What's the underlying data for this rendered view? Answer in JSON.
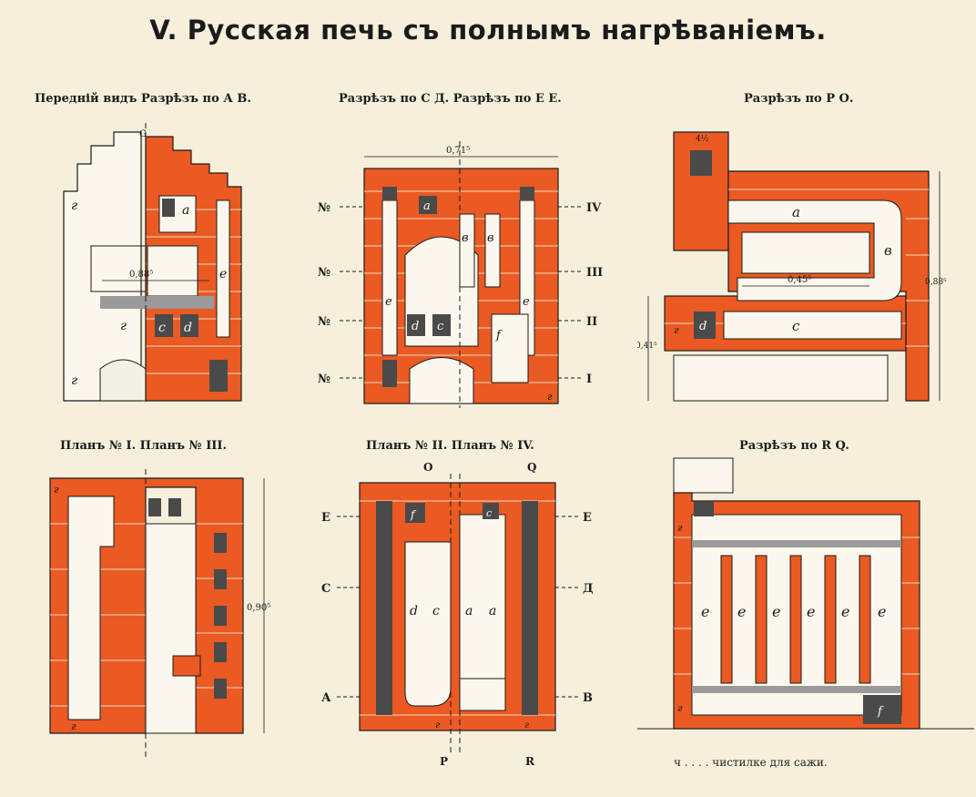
{
  "title": "V. Русская печь съ полнымъ нагрѣваніемъ.",
  "panels": {
    "front": {
      "caption": "Передній видъ Разрѣзъ по А В.",
      "dimension": "0,88⁵",
      "labels": [
        "г",
        "а",
        "с",
        "d",
        "е",
        "г",
        "г",
        "G"
      ]
    },
    "section_cd": {
      "caption": "Разрѣзъ по С Д. Разрѣзъ по Е Е.",
      "dimension": "0,71⁵",
      "level_marks": [
        "IV",
        "III",
        "II",
        "I"
      ],
      "left_marks": [
        "№",
        "№",
        "№",
        "№"
      ],
      "labels": [
        "а",
        "в",
        "в",
        "е",
        "е",
        "d",
        "с",
        "f",
        "г"
      ]
    },
    "section_po": {
      "caption": "Разрѣзъ по Р О.",
      "dimensions": [
        "0,45⁵",
        "0,88⁵",
        "0,41⁵"
      ],
      "top_label": "4½",
      "labels": [
        "а",
        "в",
        "с",
        "г",
        "d"
      ]
    },
    "plan_1_3": {
      "caption": "Планъ № I. Планъ № III.",
      "dimension": "0,90⁵",
      "labels": [
        "г",
        "г"
      ]
    },
    "plan_2_4": {
      "caption": "Планъ № II. Планъ № IV.",
      "side_marks_left": [
        "Е",
        "С",
        "А"
      ],
      "side_marks_right": [
        "Е",
        "Д",
        "В"
      ],
      "top_marks": [
        "О",
        "Q"
      ],
      "bottom_marks": [
        "Р",
        "R"
      ],
      "labels": [
        "d",
        "с",
        "а",
        "а",
        "f",
        "с",
        "г",
        "г"
      ]
    },
    "section_rq": {
      "caption": "Разрѣзъ по R Q.",
      "labels": [
        "е",
        "е",
        "е",
        "е",
        "е",
        "е",
        "г",
        "г",
        "f"
      ]
    }
  },
  "footnote": "ч . . . . чистилке для сажи.",
  "colors": {
    "paper": "#f6efdc",
    "brick": "#ea5a22",
    "mortar": "#f3dcc4",
    "ink": "#1b1b1b",
    "hatch": "#4a4a4a"
  }
}
